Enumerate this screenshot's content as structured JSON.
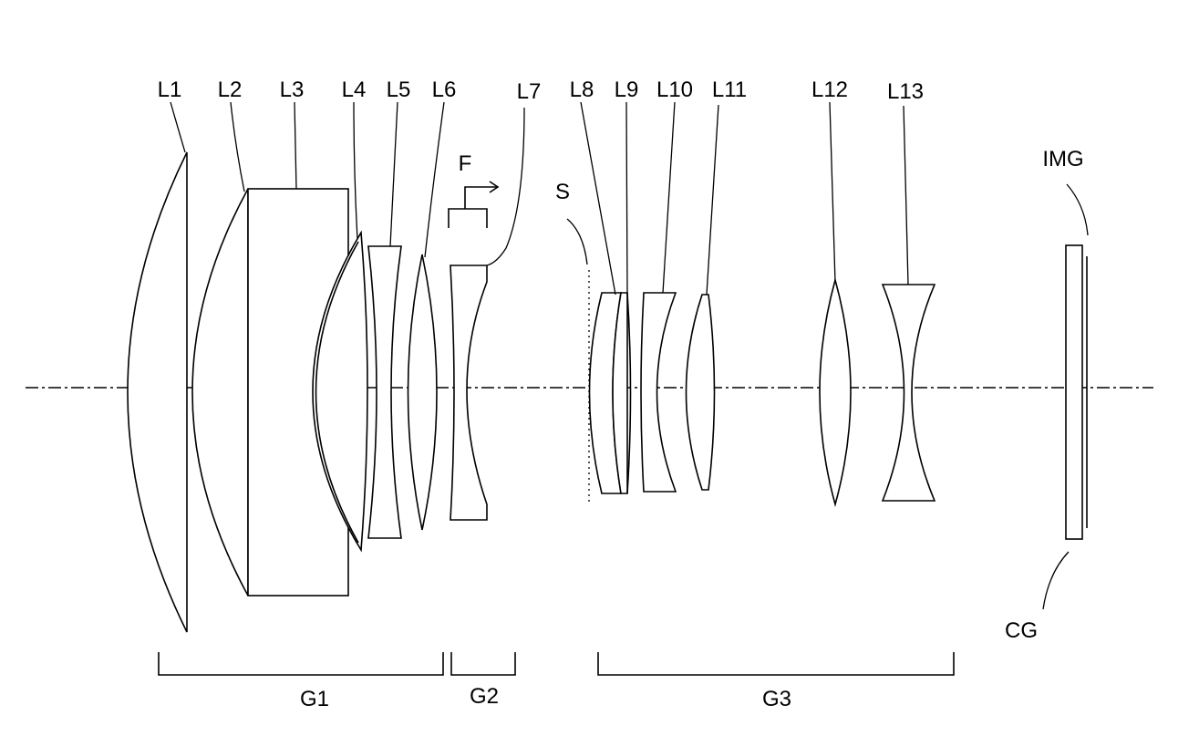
{
  "lens_labels": {
    "L1": "L1",
    "L2": "L2",
    "L3": "L3",
    "L4": "L4",
    "L5": "L5",
    "L6": "L6",
    "L7": "L7",
    "L8": "L8",
    "L9": "L9",
    "L10": "L10",
    "L11": "L11",
    "L12": "L12",
    "L13": "L13"
  },
  "other_labels": {
    "focus": "F",
    "stop": "S",
    "image_plane": "IMG",
    "cover_glass": "CG"
  },
  "groups": {
    "G1": "G1",
    "G2": "G2",
    "G3": "G3"
  }
}
